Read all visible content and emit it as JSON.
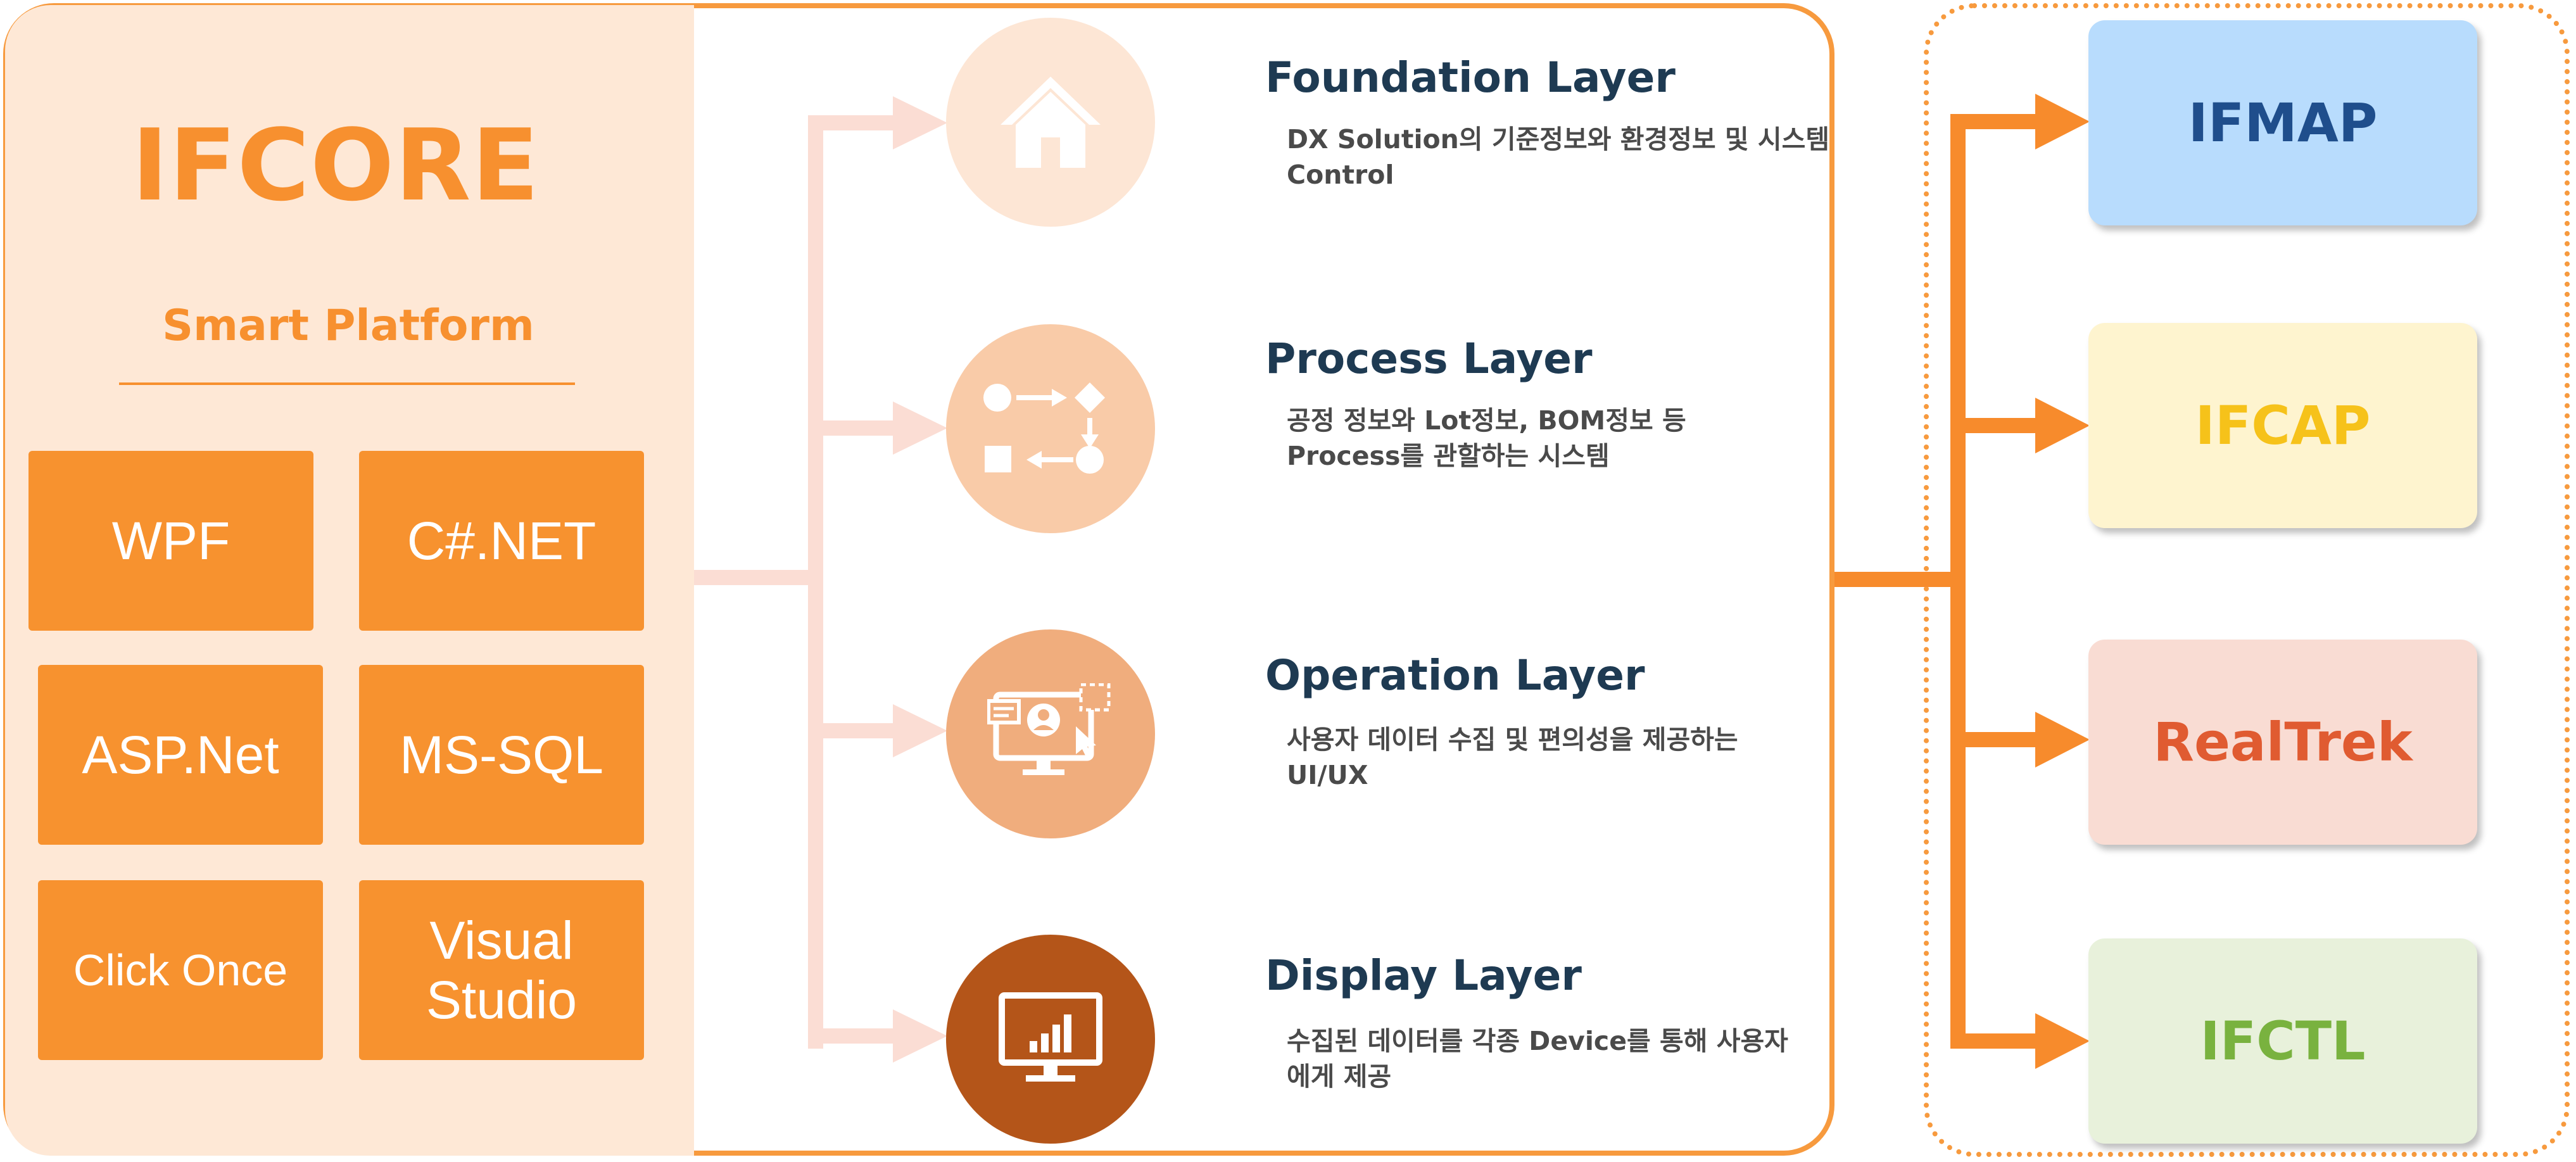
{
  "platform": {
    "title": "IFCORE",
    "subtitle": "Smart Platform",
    "technologies": [
      {
        "label": "WPF"
      },
      {
        "label": "C#.NET"
      },
      {
        "label": "ASP.Net"
      },
      {
        "label": "MS-SQL"
      },
      {
        "label": "Click Once"
      },
      {
        "label": "Visual\nStudio"
      }
    ]
  },
  "layers": [
    {
      "title": "Foundation Layer",
      "desc_line1": "DX Solution의 기준정보와 환경정보 및 시스템",
      "desc_line2": "Control",
      "icon": "house-icon",
      "circle_color": "#FDE6D5"
    },
    {
      "title": "Process Layer",
      "desc_line1": "공정 정보와 Lot정보, BOM정보 등",
      "desc_line2": "Process를 관할하는 시스템",
      "icon": "process-flow-icon",
      "circle_color": "#F9CBA8"
    },
    {
      "title": "Operation Layer",
      "desc_line1": "사용자 데이터 수집 및 편의성을 제공하는",
      "desc_line2": "UI/UX",
      "icon": "user-monitor-icon",
      "circle_color": "#F0AD7D"
    },
    {
      "title": "Display Layer",
      "desc_line1": "수집된 데이터를 각종 Device를 통해 사용자",
      "desc_line2": "에게 제공",
      "icon": "chart-monitor-icon",
      "circle_color": "#B45519"
    }
  ],
  "products": [
    {
      "label": "IFMAP",
      "bg": "#B8DCFD",
      "color": "#1F4E8C"
    },
    {
      "label": "IFCAP",
      "bg": "#FEF4CF",
      "color": "#F6C21A"
    },
    {
      "label": "RealTrek",
      "bg": "#F9DCD3",
      "color": "#E05B31"
    },
    {
      "label": "IFCTL",
      "bg": "#E8F1DB",
      "color": "#79B23F"
    }
  ],
  "colors": {
    "accent": "#F7902F",
    "left_panel": "#FEE8D6",
    "connector_light": "#FBDDD4",
    "heading": "#1E3A52"
  }
}
